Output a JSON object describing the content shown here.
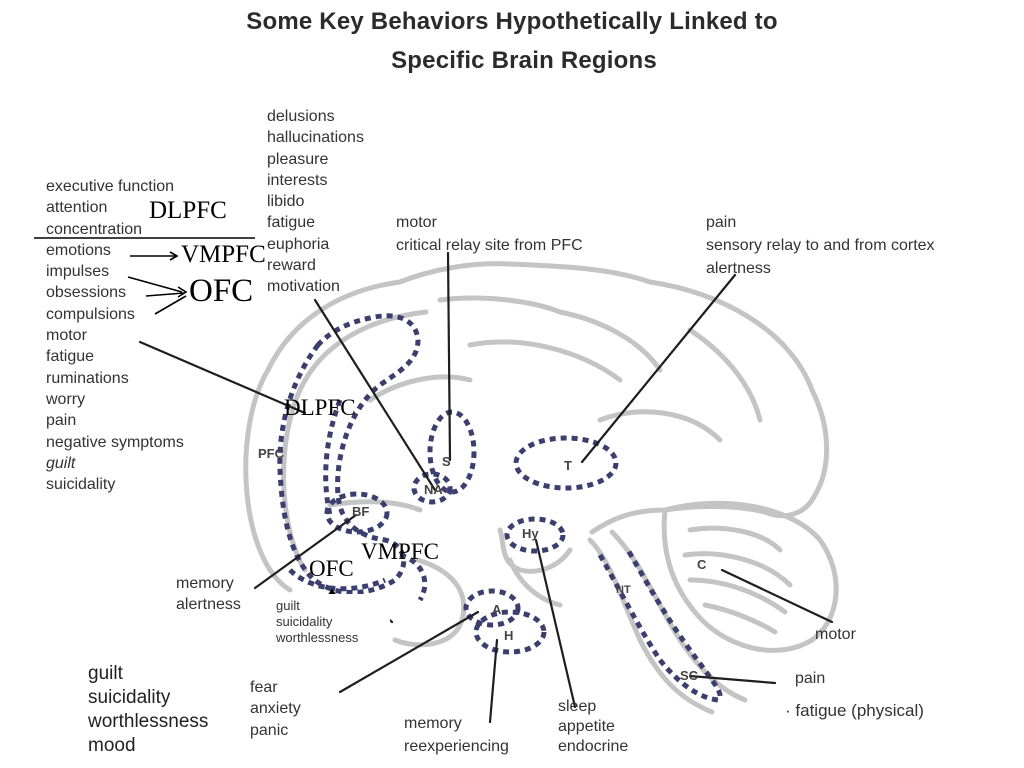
{
  "title": {
    "line1": "Some Key Behaviors Hypothetically Linked to",
    "line2": "Specific Brain Regions"
  },
  "pfc_functions": [
    "executive function",
    "attention",
    "concentration",
    "emotions",
    "impulses",
    "obsessions",
    "compulsions",
    "motor",
    "fatigue",
    "ruminations",
    "worry",
    "pain",
    "negative symptoms",
    "guilt",
    "suicidality"
  ],
  "na_functions": [
    "delusions",
    "hallucinations",
    "pleasure",
    "interests",
    "libido",
    "fatigue",
    "euphoria",
    "reward",
    "motivation"
  ],
  "striatum_functions": [
    "motor",
    "critical relay site from PFC"
  ],
  "thalamus_functions": [
    "pain",
    "sensory relay to and from cortex",
    "alertness"
  ],
  "bf_functions": [
    "memory",
    "alertness"
  ],
  "box_functions": [
    "guilt",
    "suicidality",
    "worthlessness"
  ],
  "mood_functions": [
    "guilt",
    "suicidality",
    "worthlessness",
    "mood"
  ],
  "amygdala_functions": [
    "fear",
    "anxiety",
    "panic"
  ],
  "hippocampus_functions": [
    "memory",
    "reexperiencing"
  ],
  "hypothalamus_functions": [
    "sleep",
    "appetite",
    "endocrine"
  ],
  "cerebellum_functions": [
    "motor"
  ],
  "spinal_functions": [
    "pain",
    "fatigue (physical)"
  ],
  "regions": {
    "pfc": "PFC",
    "s": "S",
    "na": "NA",
    "t": "T",
    "bf": "BF",
    "hy": "Hy",
    "c": "C",
    "a": "A",
    "h": "H",
    "nt": "NT",
    "sc": "SC"
  },
  "annotations": {
    "dlpfc_top": "DLPFC",
    "vmpfc_top": "VMPFC",
    "ofc_top": "OFC",
    "dlpfc_mid": "DLPFC",
    "vmpfc_low": "VMPFC",
    "ofc_low": "OFC"
  },
  "colors": {
    "brain_outline": "#c4c4c4",
    "region_dots": "#3a3f6e",
    "lines": "#1e1e1e"
  }
}
